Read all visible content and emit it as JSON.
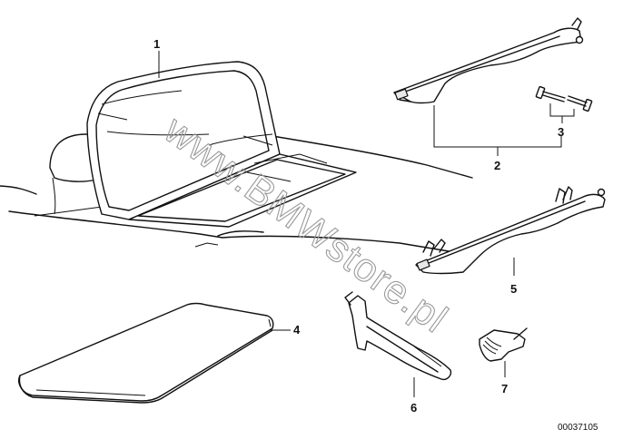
{
  "callouts": {
    "part_1": "1",
    "part_2": "2",
    "part_3": "3",
    "part_4": "4",
    "part_5": "5",
    "part_6": "6",
    "part_7": "7"
  },
  "watermark_text": "www.BMWstore.pl",
  "diagram_id": "00037105"
}
